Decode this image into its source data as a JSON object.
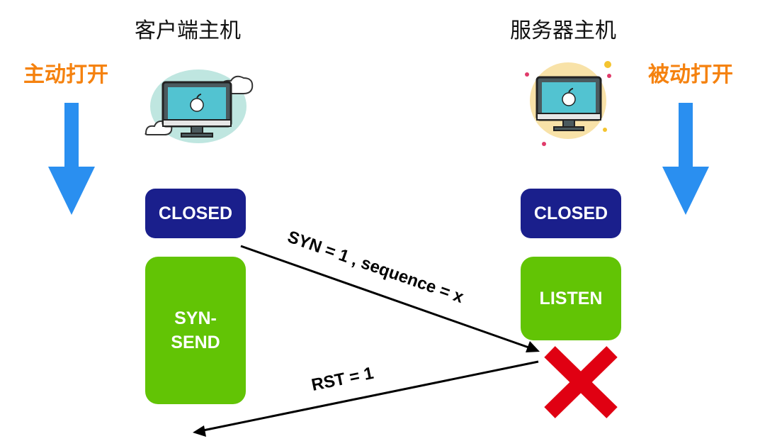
{
  "client": {
    "title": "客户端主机",
    "side_label": "主动打开",
    "state_top": "CLOSED",
    "state_active": "SYN-\nSEND",
    "icon": "computer-with-clouds-icon"
  },
  "server": {
    "title": "服务器主机",
    "side_label": "被动打开",
    "state_top": "CLOSED",
    "state_active": "LISTEN",
    "icon": "computer-with-sun-icon"
  },
  "messages": {
    "syn": "SYN = 1 , sequence = x",
    "rst": "RST = 1"
  },
  "colors": {
    "side_label": "#f5820f",
    "down_arrow": "#2a8ff0",
    "closed_state": "#1a1f8c",
    "active_state": "#62c405",
    "reject_mark": "#e00012",
    "client_icon_bg": "#bfe6e0",
    "server_icon_bg": "#f8e2a8"
  }
}
